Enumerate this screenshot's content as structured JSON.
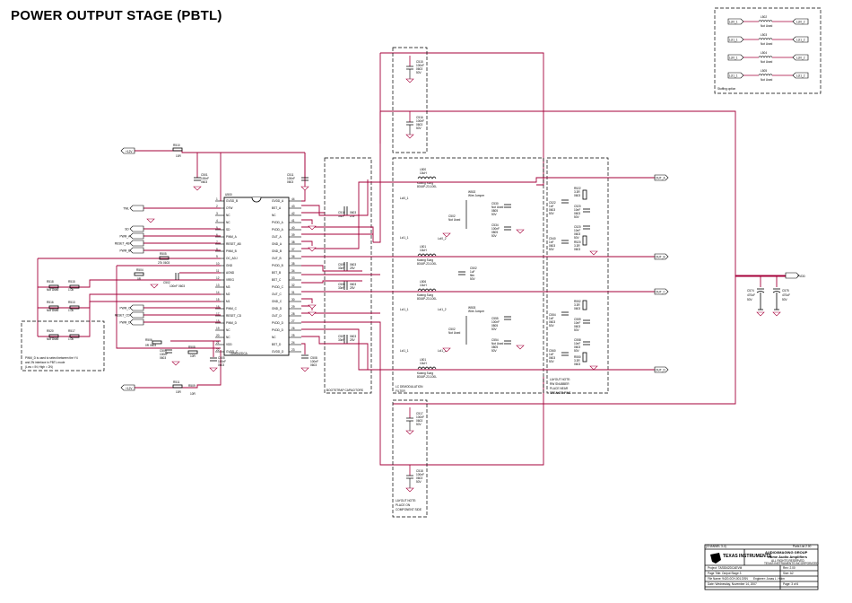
{
  "page": {
    "title": "POWER OUTPUT STAGE (PBTL)"
  },
  "stuffing": {
    "pins": [
      {
        "left": "LcI0_1",
        "ref": "L502",
        "value": "Not Used",
        "right": "LcI0_2"
      },
      {
        "left": "LcI1_1",
        "ref": "L503",
        "value": "Not Used",
        "right": "LcI1_2"
      },
      {
        "left": "LcI0_1",
        "ref": "L504",
        "value": "Not Used",
        "right": "LcI0_2"
      },
      {
        "left": "LcI1_1",
        "ref": "L505",
        "value": "Not Used",
        "right": "LcI1_2"
      }
    ],
    "label": "Stuffing option"
  },
  "ic": {
    "ref": "U500",
    "part": "TAS5142DCA",
    "left_pins": [
      {
        "n": "1",
        "name": "GVDD_B"
      },
      {
        "n": "2",
        "name": "OTW"
      },
      {
        "n": "3",
        "name": "NC"
      },
      {
        "n": "4",
        "name": "NC"
      },
      {
        "n": "5",
        "name": "SD"
      },
      {
        "n": "6",
        "name": "PWM_A"
      },
      {
        "n": "7",
        "name": "RESET_AB"
      },
      {
        "n": "8",
        "name": "PWM_B"
      },
      {
        "n": "9",
        "name": "OC_ADJ"
      },
      {
        "n": "10",
        "name": "GND"
      },
      {
        "n": "11",
        "name": "AGND"
      },
      {
        "n": "12",
        "name": "VREG"
      },
      {
        "n": "13",
        "name": "M3"
      },
      {
        "n": "14",
        "name": "M2"
      },
      {
        "n": "15",
        "name": "M1"
      },
      {
        "n": "16",
        "name": "PWM_C"
      },
      {
        "n": "17",
        "name": "RESET_CD"
      },
      {
        "n": "18",
        "name": "PWM_D"
      },
      {
        "n": "19",
        "name": "NC"
      },
      {
        "n": "20",
        "name": "NC"
      },
      {
        "n": "21",
        "name": "VDD"
      },
      {
        "n": "22",
        "name": "GVDD_C"
      }
    ],
    "right_pins": [
      {
        "n": "44",
        "name": "GVDD_A"
      },
      {
        "n": "43",
        "name": "BST_A"
      },
      {
        "n": "42",
        "name": "NC"
      },
      {
        "n": "41",
        "name": "PVDD_A"
      },
      {
        "n": "40",
        "name": "PVDD_A"
      },
      {
        "n": "39",
        "name": "OUT_A"
      },
      {
        "n": "38",
        "name": "GND_A"
      },
      {
        "n": "37",
        "name": "GND_B"
      },
      {
        "n": "36",
        "name": "OUT_B"
      },
      {
        "n": "35",
        "name": "PVDD_B"
      },
      {
        "n": "34",
        "name": "BST_B"
      },
      {
        "n": "33",
        "name": "BST_C"
      },
      {
        "n": "32",
        "name": "PVDD_C"
      },
      {
        "n": "31",
        "name": "OUT_C"
      },
      {
        "n": "30",
        "name": "GND_C"
      },
      {
        "n": "29",
        "name": "GND_D"
      },
      {
        "n": "28",
        "name": "OUT_D"
      },
      {
        "n": "27",
        "name": "PVDD_D"
      },
      {
        "n": "26",
        "name": "PVDD_D"
      },
      {
        "n": "25",
        "name": "NC"
      },
      {
        "n": "24",
        "name": "BST_D"
      },
      {
        "n": "23",
        "name": "GVDD_D"
      }
    ]
  },
  "nets": {
    "plus12_top": "+12V",
    "plus12_bottom": "+12V",
    "pvdd": "PVDD",
    "outs": [
      "OUT_A",
      "OUT_B",
      "OUT_C",
      "OUT_D"
    ],
    "left_inputs": [
      "TWL",
      "SD",
      "PWM_A",
      "RESET_AB",
      "PWM_B",
      "PWM_C",
      "RESET_CD",
      "PWM_D"
    ]
  },
  "annotations": {
    "bootstrap": "BOOTSTRAP CAPACITORS",
    "lc_filter": [
      "LC DEMODULATION",
      "FILTER"
    ],
    "snubber": [
      "LAYOUT NOTE:",
      "RW SNUBBER",
      "PLACE NEAR",
      "SPEAKER PINS"
    ],
    "component_side": [
      "LAYOUT NOTE:",
      "PLACE ON",
      "COMPONENT SIDE"
    ],
    "pwm_note": [
      "PWM_D is used to select between the Y4",
      "and 2N interface in PBTL mode",
      "(Low = IN; High = 2N)"
    ]
  },
  "components": {
    "caps_top": [
      {
        "ref": "C515",
        "lines": [
          "100nF",
          "0603",
          "50V"
        ]
      },
      {
        "ref": "C516",
        "lines": [
          "100nF",
          "0603",
          "50V"
        ]
      }
    ],
    "caps_bottom": [
      {
        "ref": "C517",
        "lines": [
          "100nF",
          "0603",
          "50V"
        ]
      },
      {
        "ref": "C518",
        "lines": [
          "100nF",
          "0603",
          "50V"
        ]
      }
    ],
    "inductors": [
      {
        "ref": "L500",
        "value": "10uH",
        "mfr": "Kwang Sung",
        "part": "8016P-23-100L"
      },
      {
        "ref": "L501",
        "value": "10uH",
        "mfr": "Kwang Sung",
        "part": "8016P-23-100L"
      },
      {
        "ref": "L506",
        "value": "10uH",
        "mfr": "Kwang Sung",
        "part": "8016P-23-100L"
      },
      {
        "ref": "L501",
        "value": "10uH",
        "mfr": "Kwang Sung",
        "part": "8016P-23-100L"
      }
    ],
    "jumpers": [
      {
        "ref": "W502",
        "value": "Wire Jumper"
      },
      {
        "ref": "W503",
        "value": "Wire Jumper"
      }
    ],
    "ic_caps": [
      {
        "ref": "C501",
        "lines": [
          "100nF",
          "0603"
        ]
      },
      {
        "ref": "C511",
        "lines": [
          "100nF",
          "0603"
        ]
      },
      {
        "ref": "C505",
        "lines": [
          "100nF",
          "0603"
        ]
      },
      {
        "ref": "C508",
        "lines": [
          "100nF",
          "0603"
        ]
      }
    ],
    "resistors": [
      {
        "ref": "R510",
        "value": "10R"
      },
      {
        "ref": "R511",
        "value": "10R"
      },
      {
        "ref": "R505",
        "value": "27k 0603"
      },
      {
        "ref": "R504",
        "value": "0R"
      },
      {
        "ref": "R508",
        "value": "10R"
      },
      {
        "ref": "R509",
        "value": "10R"
      }
    ],
    "bulk": [
      {
        "ref": "C574",
        "lines": [
          "470uF",
          "50V"
        ]
      },
      {
        "ref": "C575",
        "lines": [
          "470uF",
          "50V"
        ]
      }
    ]
  },
  "title_block": {
    "company": "AUDIO/IMAGING GROUP",
    "division": "Home Audio Amplifiers",
    "rights": "ALL RIGHTS RESERVED",
    "owner": "TEXAS INSTRUMENTS INCORPORATED",
    "logo": "TEXAS INSTRUMENTS",
    "channel": "(CHANNEL 3-4)",
    "parts_list": "Parts List 2.00",
    "project": "Project:  TAS5342DCAEVM",
    "rev": "Rev: 2.00",
    "page_title": "Page Title:  Output Stage 3",
    "size": "Size: A2",
    "file": "File Name:  9420-0CH-001.DSN",
    "engineer": "Engineer:  Jonas L. Holm",
    "date": "Date:  Wednesday, November 14, 2007",
    "page": "Page: 3 of 6"
  }
}
